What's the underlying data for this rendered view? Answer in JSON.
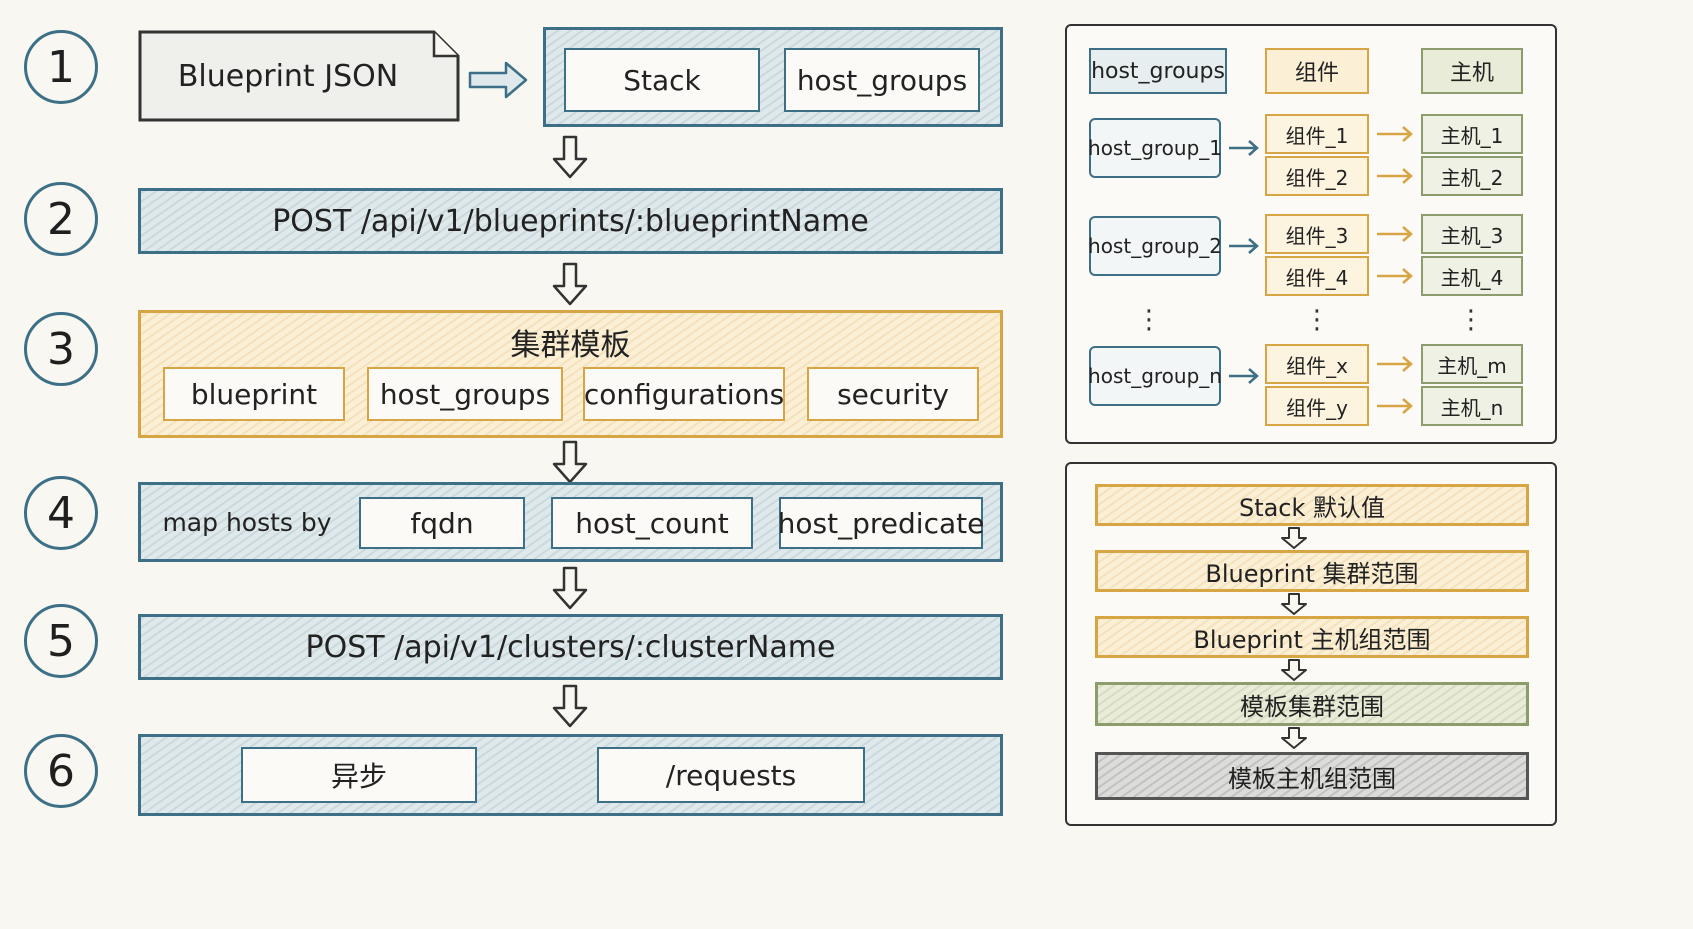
{
  "steps": [
    {
      "num": "1"
    },
    {
      "num": "2"
    },
    {
      "num": "3"
    },
    {
      "num": "4"
    },
    {
      "num": "5"
    },
    {
      "num": "6"
    }
  ],
  "step1": {
    "doc_label": "Blueprint  JSON",
    "items": [
      "Stack",
      "host_groups"
    ]
  },
  "step2": {
    "text": "POST  /api/v1/blueprints/:blueprintName"
  },
  "step3": {
    "title": "集群模板",
    "items": [
      "blueprint",
      "host_groups",
      "configurations",
      "security"
    ]
  },
  "step4": {
    "prefix": "map hosts by",
    "items": [
      "fqdn",
      "host_count",
      "host_predicate"
    ]
  },
  "step5": {
    "text": "POST  /api/v1/clusters/:clusterName"
  },
  "step6": {
    "items": [
      "异步",
      "/requests"
    ]
  },
  "mapping": {
    "headers": [
      "host_groups",
      "组件",
      "主机"
    ],
    "groups": [
      {
        "name": "host_group_1",
        "components": [
          "组件_1",
          "组件_2"
        ],
        "hosts": [
          "主机_1",
          "主机_2"
        ]
      },
      {
        "name": "host_group_2",
        "components": [
          "组件_3",
          "组件_4"
        ],
        "hosts": [
          "主机_3",
          "主机_4"
        ]
      },
      {
        "name": "host_group_n",
        "components": [
          "组件_x",
          "组件_y"
        ],
        "hosts": [
          "主机_m",
          "主机_n"
        ]
      }
    ],
    "ellipsis": "⋮"
  },
  "priority": {
    "items": [
      "Stack 默认值",
      "Blueprint 集群范围",
      "Blueprint 主机组范围",
      "模板集群范围",
      "模板主机组范围"
    ]
  },
  "colors": {
    "blue": "#3d6f86",
    "orange": "#d8a545",
    "green": "#8c9c6c",
    "gray": "#333333"
  }
}
